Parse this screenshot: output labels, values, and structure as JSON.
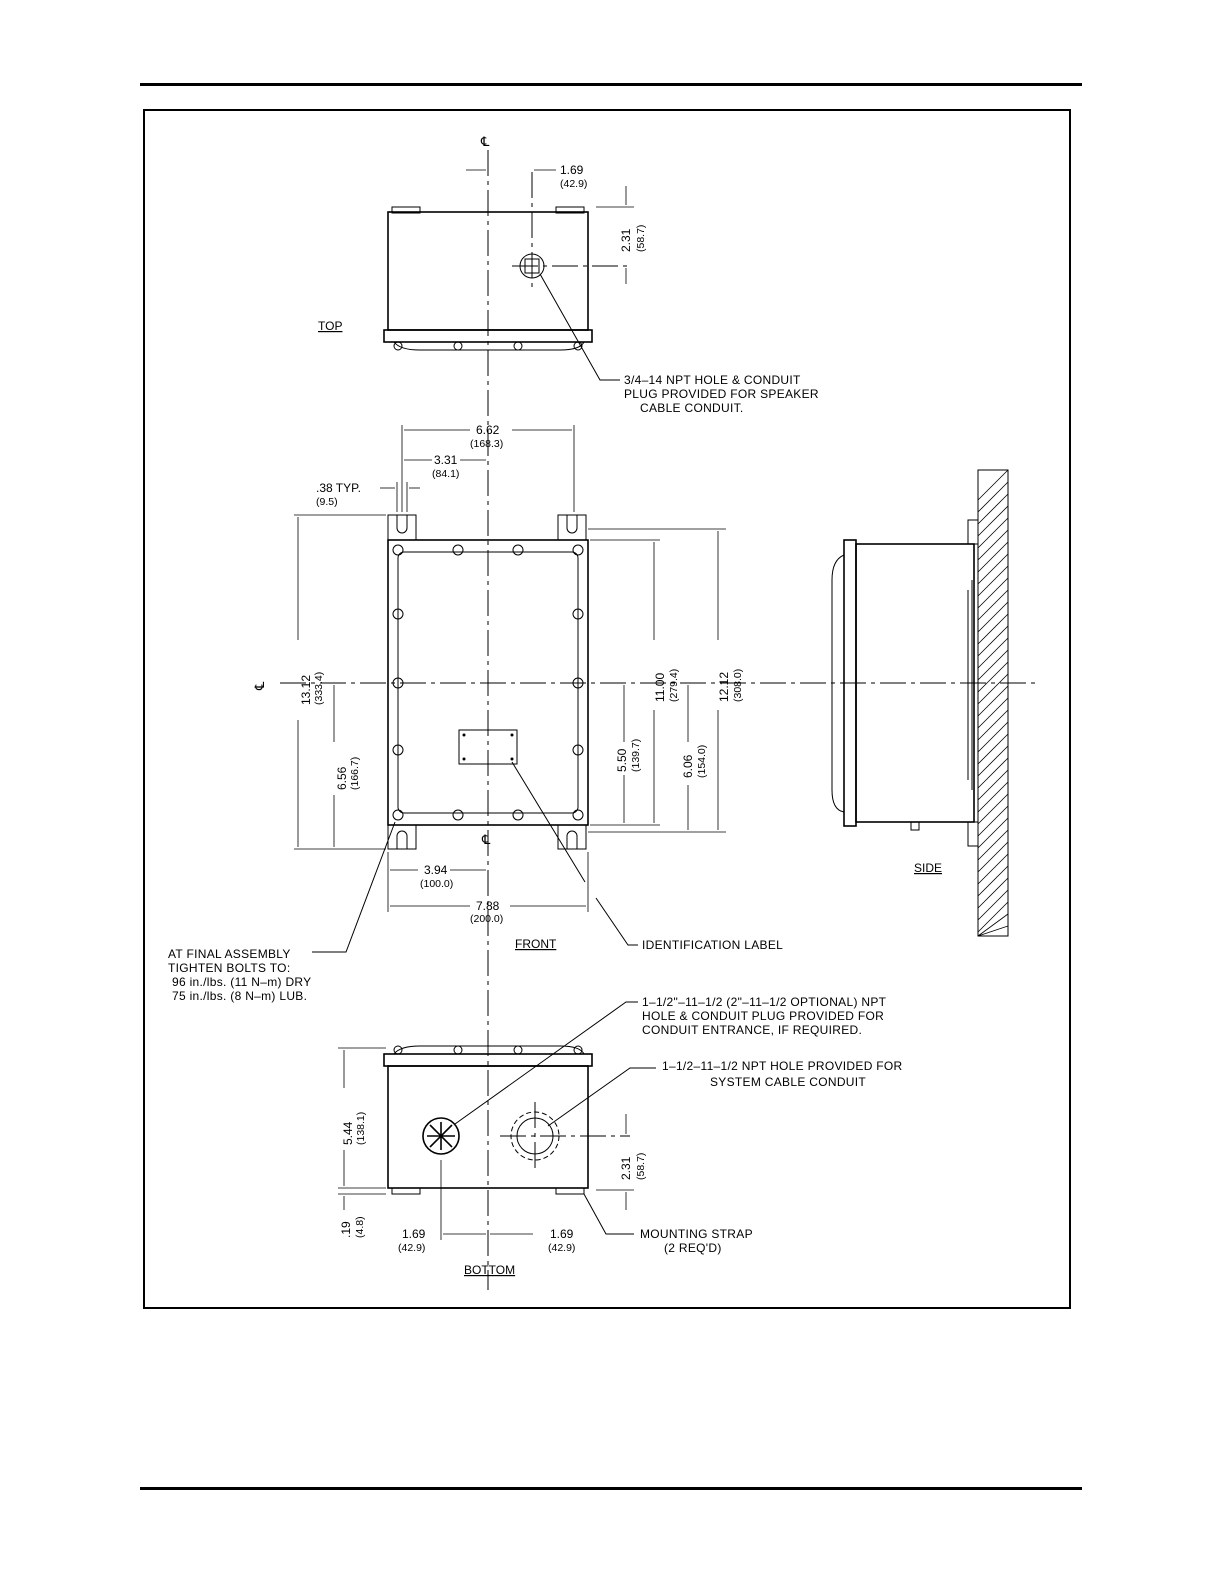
{
  "views": {
    "top": "TOP",
    "front": "FRONT",
    "side": "SIDE",
    "bottom": "BOTTOM"
  },
  "centerline_symbol": "℄",
  "notes": {
    "top_hole": [
      "3/4–14 NPT HOLE & CONDUIT",
      "PLUG PROVIDED FOR SPEAKER",
      "CABLE CONDUIT."
    ],
    "final_assembly": [
      "AT FINAL ASSEMBLY",
      "TIGHTEN BOLTS TO:",
      "96 in./lbs. (11 N–m) DRY",
      "75 in./lbs. (8 N–m) LUB."
    ],
    "identification": "IDENTIFICATION LABEL",
    "bottom_hole_1": [
      "1–1/2\"–11–1/2 (2\"–11–1/2 OPTIONAL) NPT",
      "HOLE & CONDUIT PLUG PROVIDED FOR",
      "CONDUIT ENTRANCE, IF REQUIRED."
    ],
    "bottom_hole_2": [
      "1–1/2–11–1/2 NPT HOLE PROVIDED FOR",
      "SYSTEM CABLE CONDUIT"
    ],
    "strap": [
      "MOUNTING STRAP",
      "(2 REQ'D)"
    ]
  },
  "dims": {
    "top_offset": {
      "in": "1.69",
      "mm": "(42.9)"
    },
    "top_depth": {
      "in": "2.31",
      "mm": "(58.7)"
    },
    "width_strap": {
      "in": "6.62",
      "mm": "(168.3)"
    },
    "half_strap": {
      "in": "3.31",
      "mm": "(84.1)"
    },
    "slot": {
      "in": ".38 TYP.",
      "mm": "(9.5)"
    },
    "overall_height": {
      "in": "13.12",
      "mm": "(333.4)"
    },
    "half_height": {
      "in": "6.56",
      "mm": "(166.7)"
    },
    "body_height": {
      "in": "11.00",
      "mm": "(279.4)"
    },
    "half_body": {
      "in": "5.50",
      "mm": "(139.7)"
    },
    "strap_height": {
      "in": "12.12",
      "mm": "(308.0)"
    },
    "half_strap_h": {
      "in": "6.06",
      "mm": "(154.0)"
    },
    "half_width": {
      "in": "3.94",
      "mm": "(100.0)"
    },
    "width": {
      "in": "7.88",
      "mm": "(200.0)"
    },
    "bottom_depth": {
      "in": "5.44",
      "mm": "(138.1)"
    },
    "strap_thick": {
      "in": ".19",
      "mm": "(4.8)"
    },
    "bottom_hole_depth": {
      "in": "2.31",
      "mm": "(58.7)"
    },
    "bottom_left": {
      "in": "1.69",
      "mm": "(42.9)"
    },
    "bottom_right": {
      "in": "1.69",
      "mm": "(42.9)"
    }
  }
}
